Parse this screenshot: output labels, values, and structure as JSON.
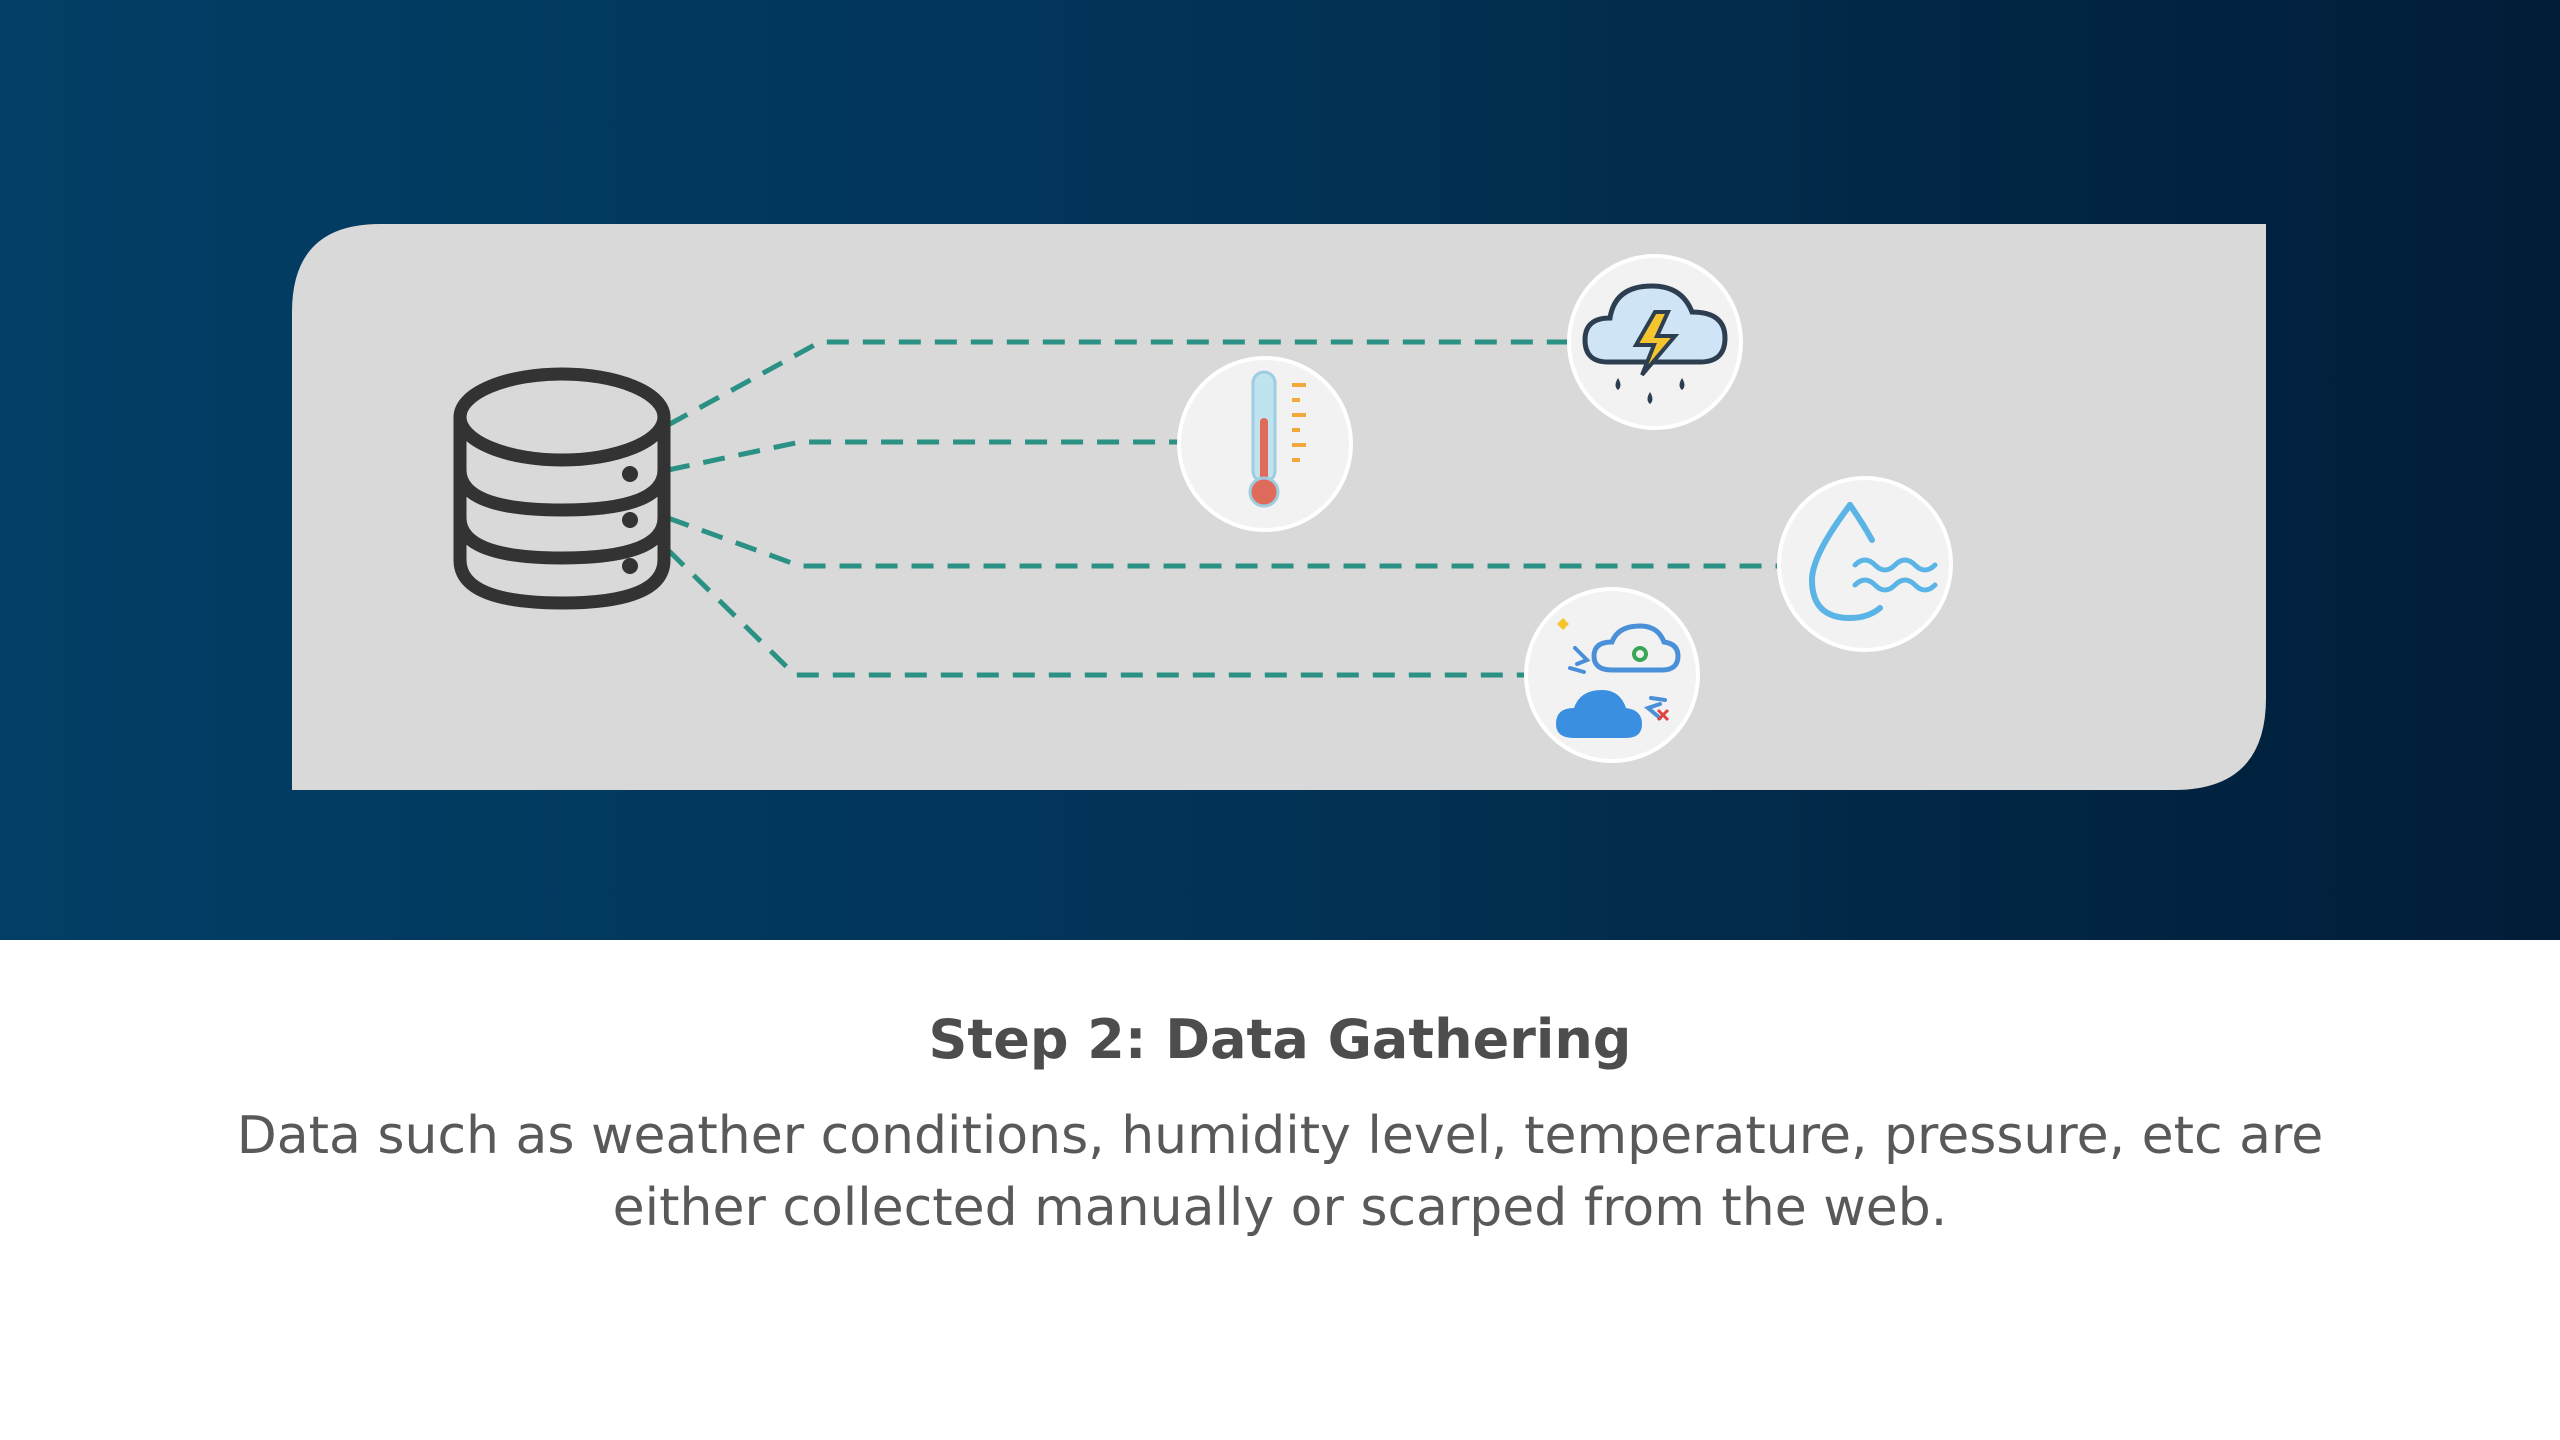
{
  "caption": {
    "title": "Step 2: Data Gathering",
    "description": "Data such as weather conditions, humidity level, temperature, pressure, etc are either collected manually or scarped from the web."
  },
  "diagram": {
    "source_icon": "database-icon",
    "connector_style": "dashed",
    "targets": [
      {
        "icon": "thunderstorm-icon"
      },
      {
        "icon": "thermometer-icon"
      },
      {
        "icon": "humidity-icon"
      },
      {
        "icon": "weather-conditions-icon"
      }
    ]
  },
  "colors": {
    "banner_start": "#033e66",
    "banner_end": "#011d38",
    "panel": "#d9d9d9",
    "connector": "#2a9184",
    "icon_stroke": "#333333"
  }
}
